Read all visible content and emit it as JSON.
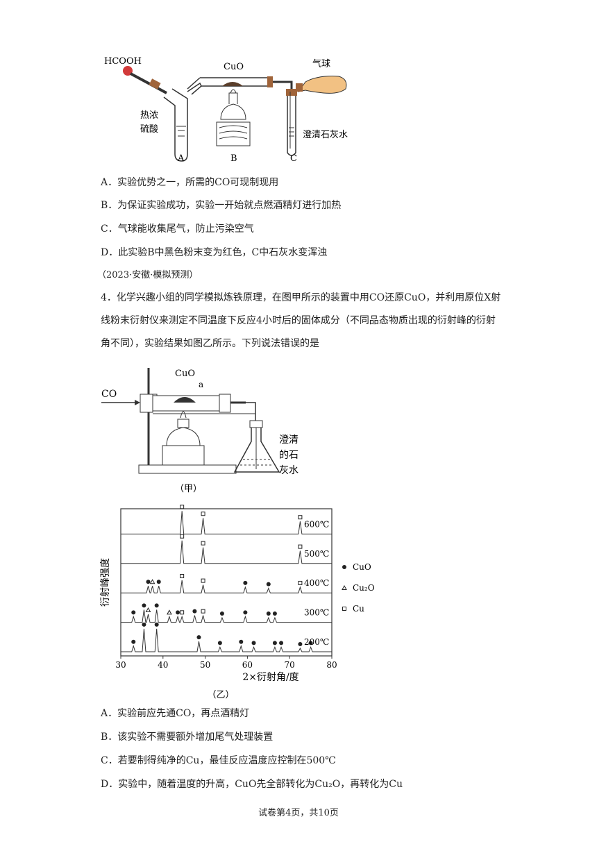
{
  "apparatus1": {
    "hcooh": "HCOOH",
    "cuo": "CuO",
    "balloon": "气球",
    "acid_line1": "热浓",
    "acid_line2": "硫酸",
    "limewater": "澄清石灰水",
    "label_a": "A",
    "label_b": "B",
    "label_c": "C"
  },
  "q3_options": [
    "A．实验优势之一，所需的CO可现制现用",
    "B．为保证实验成功，实验一开始就点燃酒精灯进行加热",
    "C．气球能收集尾气，防止污染空气",
    "D．此实验B中黑色粉末变为红色，C中石灰水变浑浊"
  ],
  "source": "（2023·安徽·模拟预测）",
  "q4_text": "4．化学兴趣小组的同学模拟炼铁原理，在图甲所示的装置中用CO还原CuO，并利用原位X射线粉末衍射仪来测定不同温度下反应4小时后的固体成分（不同品态物质出现的衍射峰的衍射角不同），实验结果如图乙所示。下列说法错误的是",
  "apparatus2": {
    "co": "CO",
    "cuo": "CuO",
    "a": "a",
    "limewater_1": "澄清",
    "limewater_2": "的石",
    "limewater_3": "灰水",
    "caption": "（甲）"
  },
  "chart_data": {
    "type": "line",
    "ylabel": "衍射峰强度",
    "xlabel": "2×衍射角/度",
    "xlim": [
      30,
      80
    ],
    "xticks": [
      "30",
      "40",
      "50",
      "60",
      "70",
      "80"
    ],
    "caption": "（乙）",
    "legend": [
      "CuO",
      "Cu₂O",
      "Cu"
    ],
    "series": [
      {
        "name": "600℃",
        "peaks": [
          [
            44.5,
            1.0,
            "Cu"
          ],
          [
            49.5,
            0.7,
            "Cu"
          ],
          [
            72.5,
            0.55,
            "Cu"
          ]
        ]
      },
      {
        "name": "500℃",
        "peaks": [
          [
            44.5,
            1.0,
            "Cu"
          ],
          [
            49.5,
            0.7,
            "Cu"
          ],
          [
            72.5,
            0.55,
            "Cu"
          ]
        ]
      },
      {
        "name": "400℃",
        "peaks": [
          [
            36.5,
            0.3,
            "CuO"
          ],
          [
            37.5,
            0.3,
            "Cu2O"
          ],
          [
            39.0,
            0.3,
            "CuO"
          ],
          [
            44.5,
            0.55,
            "Cu"
          ],
          [
            49.5,
            0.35,
            "Cu"
          ],
          [
            59.5,
            0.25,
            "CuO"
          ],
          [
            65.0,
            0.2,
            "CuO"
          ],
          [
            72.5,
            0.25,
            "Cu"
          ]
        ]
      },
      {
        "name": "300℃",
        "peaks": [
          [
            33.0,
            0.25,
            "CuO"
          ],
          [
            35.5,
            0.55,
            "CuO"
          ],
          [
            36.5,
            0.35,
            "Cu2O"
          ],
          [
            38.5,
            0.55,
            "CuO"
          ],
          [
            41.5,
            0.25,
            "Cu2O"
          ],
          [
            43.5,
            0.25,
            "CuO"
          ],
          [
            44.5,
            0.25,
            "Cu"
          ],
          [
            47.5,
            0.3,
            "CuO"
          ],
          [
            49.5,
            0.3,
            "Cu"
          ],
          [
            54.0,
            0.2,
            "CuO"
          ],
          [
            59.5,
            0.25,
            "CuO"
          ],
          [
            65.0,
            0.2,
            "CuO"
          ],
          [
            66.5,
            0.2,
            "CuO"
          ]
        ]
      },
      {
        "name": "200℃",
        "peaks": [
          [
            33.0,
            0.25,
            "CuO"
          ],
          [
            35.5,
            1.0,
            "CuO"
          ],
          [
            38.5,
            1.0,
            "CuO"
          ],
          [
            48.5,
            0.45,
            "CuO"
          ],
          [
            53.5,
            0.2,
            "CuO"
          ],
          [
            58.5,
            0.25,
            "CuO"
          ],
          [
            61.5,
            0.2,
            "CuO"
          ],
          [
            66.5,
            0.2,
            "CuO"
          ],
          [
            68.0,
            0.2,
            "CuO"
          ],
          [
            72.5,
            0.15,
            "CuO"
          ],
          [
            75.0,
            0.2,
            "CuO"
          ]
        ]
      }
    ]
  },
  "q4_options": [
    "A．实验前应先通CO，再点酒精灯",
    "B．该实验不需要额外增加尾气处理装置",
    "C．若要制得纯净的Cu，最佳反应温度应控制在500℃",
    "D．实验中，随着温度的升高，CuO先全部转化为Cu₂O，再转化为Cu"
  ],
  "footer": "试卷第4页，共10页"
}
